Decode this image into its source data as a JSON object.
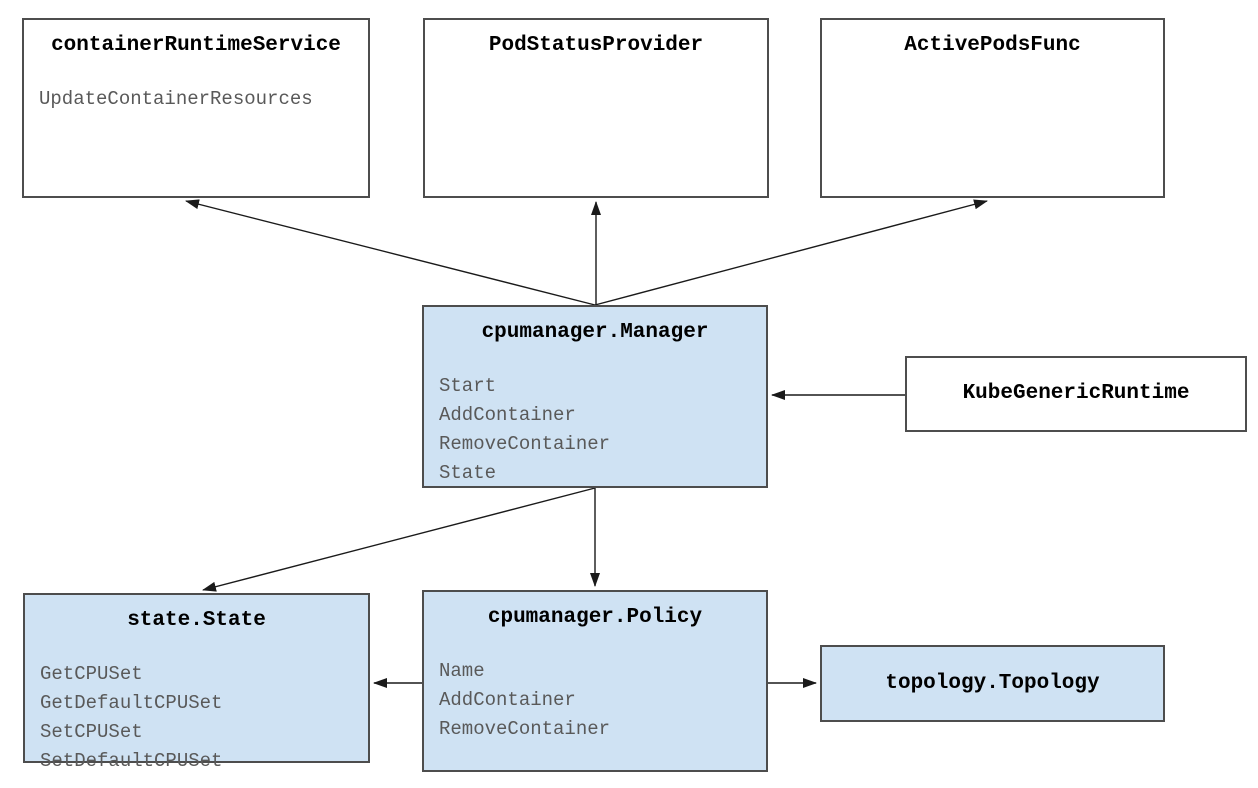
{
  "diagram": {
    "title": "cpumanager architecture diagram",
    "colors": {
      "background": "#ffffff",
      "node_border": "#4d4d4d",
      "highlight_fill": "#cfe2f3",
      "plain_fill": "#ffffff",
      "title_text": "#000000",
      "method_text": "#595959",
      "arrow": "#1a1a1a"
    },
    "nodes": {
      "containerRuntimeService": {
        "title": "containerRuntimeService",
        "methods": [
          "UpdateContainerResources"
        ],
        "highlighted": false
      },
      "podStatusProvider": {
        "title": "PodStatusProvider",
        "methods": [],
        "highlighted": false
      },
      "activePodsFunc": {
        "title": "ActivePodsFunc",
        "methods": [],
        "highlighted": false
      },
      "cpumanagerManager": {
        "title": "cpumanager.Manager",
        "methods": [
          "Start",
          "AddContainer",
          "RemoveContainer",
          "State"
        ],
        "highlighted": true
      },
      "kubeGenericRuntime": {
        "title": "KubeGenericRuntime",
        "methods": [],
        "highlighted": false
      },
      "stateState": {
        "title": "state.State",
        "methods": [
          "GetCPUSet",
          "GetDefaultCPUSet",
          "SetCPUSet",
          "SetDefaultCPUSet"
        ],
        "highlighted": true
      },
      "cpumanagerPolicy": {
        "title": "cpumanager.Policy",
        "methods": [
          "Name",
          "AddContainer",
          "RemoveContainer"
        ],
        "highlighted": true
      },
      "topologyTopology": {
        "title": "topology.Topology",
        "methods": [],
        "highlighted": true
      }
    },
    "edges": [
      {
        "from": "cpumanager.Manager",
        "to": "containerRuntimeService"
      },
      {
        "from": "cpumanager.Manager",
        "to": "PodStatusProvider"
      },
      {
        "from": "cpumanager.Manager",
        "to": "ActivePodsFunc"
      },
      {
        "from": "KubeGenericRuntime",
        "to": "cpumanager.Manager"
      },
      {
        "from": "cpumanager.Manager",
        "to": "state.State"
      },
      {
        "from": "cpumanager.Manager",
        "to": "cpumanager.Policy"
      },
      {
        "from": "cpumanager.Policy",
        "to": "state.State"
      },
      {
        "from": "cpumanager.Policy",
        "to": "topology.Topology"
      }
    ]
  }
}
